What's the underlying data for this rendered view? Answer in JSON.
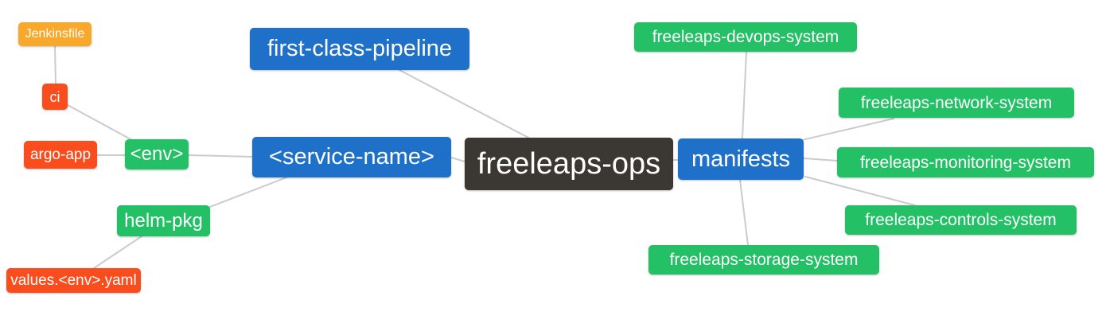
{
  "mindmap": {
    "root": {
      "label": "freeleaps-ops"
    },
    "nodes": {
      "jenkinsfile": {
        "label": "Jenkinsfile"
      },
      "ci": {
        "label": "ci"
      },
      "argo_app": {
        "label": "argo-app"
      },
      "env": {
        "label": "<env>"
      },
      "helm_pkg": {
        "label": "helm-pkg"
      },
      "values_yaml": {
        "label": "values.<env>.yaml"
      },
      "pipeline": {
        "label": "first-class-pipeline"
      },
      "service_name": {
        "label": "<service-name>"
      },
      "manifests": {
        "label": "manifests"
      },
      "devops": {
        "label": "freeleaps-devops-system"
      },
      "network": {
        "label": "freeleaps-network-system"
      },
      "monitoring": {
        "label": "freeleaps-monitoring-system"
      },
      "controls": {
        "label": "freeleaps-controls-system"
      },
      "storage": {
        "label": "freeleaps-storage-system"
      }
    },
    "edges": [
      {
        "from": "Jenkinsfile",
        "to": "ci"
      },
      {
        "from": "ci",
        "to": "<env>"
      },
      {
        "from": "argo-app",
        "to": "<env>"
      },
      {
        "from": "<env>",
        "to": "<service-name>"
      },
      {
        "from": "helm-pkg",
        "to": "<service-name>"
      },
      {
        "from": "values.<env>.yaml",
        "to": "helm-pkg"
      },
      {
        "from": "first-class-pipeline",
        "to": "freeleaps-ops"
      },
      {
        "from": "<service-name>",
        "to": "freeleaps-ops"
      },
      {
        "from": "freeleaps-ops",
        "to": "manifests"
      },
      {
        "from": "manifests",
        "to": "freeleaps-devops-system"
      },
      {
        "from": "manifests",
        "to": "freeleaps-network-system"
      },
      {
        "from": "manifests",
        "to": "freeleaps-monitoring-system"
      },
      {
        "from": "manifests",
        "to": "freeleaps-controls-system"
      },
      {
        "from": "manifests",
        "to": "freeleaps-storage-system"
      }
    ],
    "colors": {
      "root_bg": "#3b3733",
      "branch_bg": "#1f70c8",
      "system_bg": "#23c065",
      "artifact_bg": "#f94d1e",
      "jenkinsfile_bg": "#f8a82b",
      "edge_stroke": "#cbcbcb",
      "text": "#ffffff",
      "background": "#ffffff"
    }
  }
}
